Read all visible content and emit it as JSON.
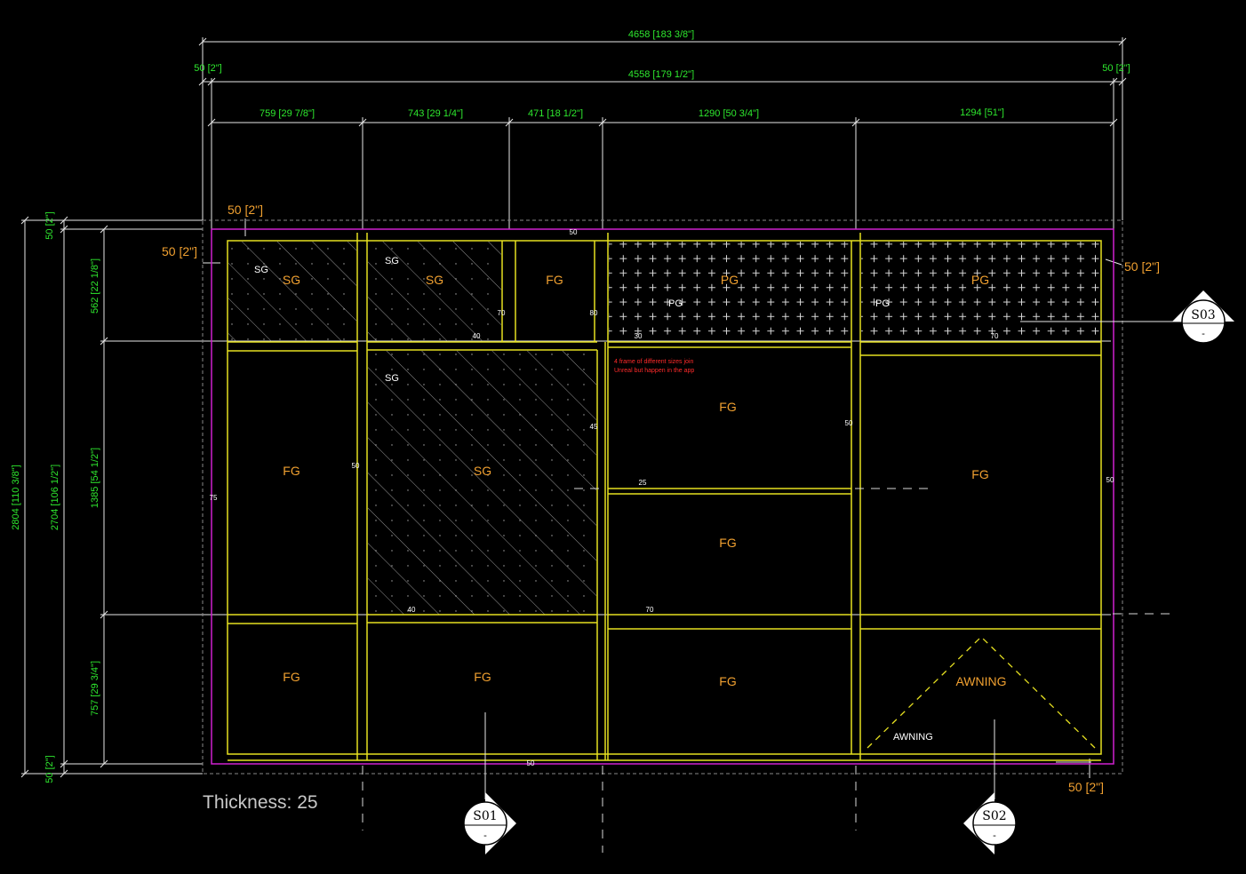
{
  "dimensions": {
    "overall_width": "4658 [183 3/8\"]",
    "inner_width": "4558 [179 1/2\"]",
    "left_offset_top": "50 [2\"]",
    "right_offset_top": "50 [2\"]",
    "col1": "759 [29 7/8\"]",
    "col2": "743 [29 1/4\"]",
    "col3": "471 [18 1/2\"]",
    "col4": "1290 [50 3/4\"]",
    "col5": "1294 [51\"]",
    "overall_height": "2804 [110 3/8\"]",
    "inner_height": "2704 [106 1/2\"]",
    "top_offset_left": "50 [2\"]",
    "bottom_offset_left": "50 [2\"]",
    "row1": "562 [22 1/8\"]",
    "row2": "1385 [54 1/2\"]",
    "row3": "757 [29 3/4\"]"
  },
  "offset_labels": {
    "top": "50 [2\"]",
    "left": "50 [2\"]",
    "right": "50 [2\"]",
    "bottom": "50 [2\"]"
  },
  "panes": {
    "r1c1": "SG",
    "r1c2": "SG",
    "r1c3": "FG",
    "r1c4": "PG",
    "r1c5": "PG",
    "r2c1": "FG",
    "r2c2": "SG",
    "r2c4a": "FG",
    "r2c4b": "FG",
    "r2c5": "FG",
    "r3c1": "FG",
    "r3c2": "FG",
    "r3c4": "FG",
    "r3c5": "AWNING"
  },
  "sublabels": {
    "r1c1": "SG",
    "r1c2": "SG",
    "r1c4": "PG",
    "r1c5": "PG",
    "r2c2": "SG",
    "r3c5": "AWNING"
  },
  "frame_sizes": {
    "top": "50",
    "r1c2_mid": "70",
    "r1c2_bot": "40",
    "r1c3_right": "80",
    "r1c4_bot": "30",
    "r1c5_bot": "70",
    "r2c2_right": "45",
    "r2c4_right": "50",
    "r2c4_split": "25",
    "r2c2_bot": "40",
    "r2_bot": "70",
    "left": "75",
    "r2c1_right": "50",
    "right": "50",
    "bottom": "50"
  },
  "note": {
    "line1": "4 frame of different sizes join",
    "line2": "Unreal but happen in the app"
  },
  "thickness": "Thickness: 25",
  "section_tags": {
    "s01": {
      "id": "S01",
      "sub": "-"
    },
    "s02": {
      "id": "S02",
      "sub": "-"
    },
    "s03": {
      "id": "S03",
      "sub": "-"
    }
  },
  "colors": {
    "background": "#000000",
    "dimension": "#2ee82e",
    "frame": "#e6e020",
    "outline": "#d020d0",
    "label": "#f0a030",
    "note": "#ff2a2a"
  }
}
